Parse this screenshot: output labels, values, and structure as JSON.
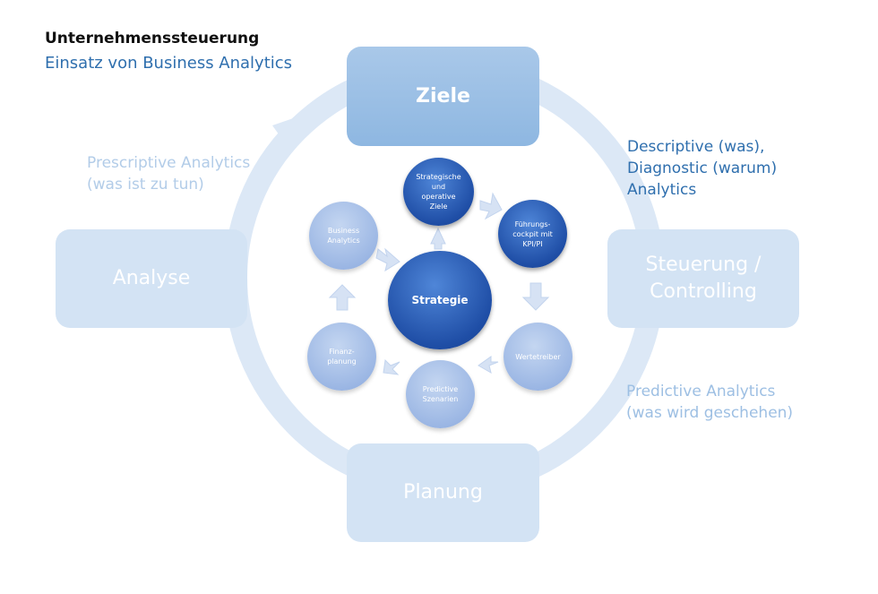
{
  "header": {
    "title": "Unternehmenssteuerung",
    "subtitle": "Einsatz von Business Analytics"
  },
  "cycle": {
    "ziele": "Ziele",
    "steuerung_line1": "Steuerung /",
    "steuerung_line2": "Controlling",
    "planung": "Planung",
    "analyse": "Analyse"
  },
  "annotations": {
    "descriptive": [
      "Descriptive (was),",
      "Diagnostic (warum)",
      "Analytics"
    ],
    "prescriptive": [
      "Prescriptive Analytics",
      "(was ist zu tun)"
    ],
    "predictive": [
      "Predictive Analytics",
      "(was wird geschehen)"
    ]
  },
  "inner": {
    "center": "Strategie",
    "nodes": [
      {
        "lines": [
          "Strategische",
          "und",
          "operative",
          "Ziele"
        ]
      },
      {
        "lines": [
          "Führungs-",
          "cockpit mit",
          "KPI/PI"
        ]
      },
      {
        "lines": [
          "Wertetreiber"
        ]
      },
      {
        "lines": [
          "Predictive",
          "Szenarien"
        ]
      },
      {
        "lines": [
          "Finanz-",
          "planung"
        ]
      },
      {
        "lines": [
          "Business",
          "Analytics"
        ]
      }
    ]
  },
  "colors": {
    "title_blue": "#2f6fae",
    "ring": "#dce8f6",
    "box_light": "#d3e3f4",
    "box_ziele": "#9dc0e6",
    "node_dark": "#1f4ea6",
    "node_light": "#9cb7e4"
  }
}
